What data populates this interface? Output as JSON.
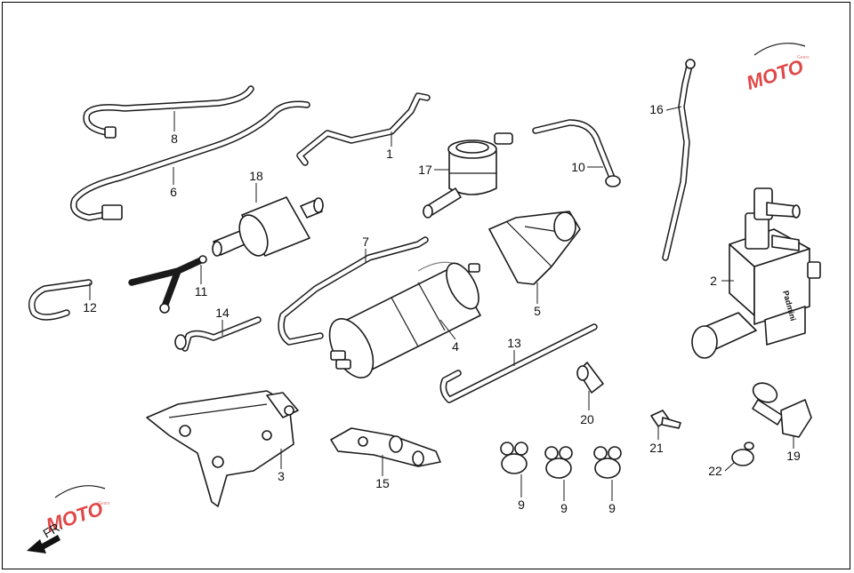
{
  "watermark": {
    "brand": "MOTO",
    "sub": "Gears",
    "color": "#e04848"
  },
  "direction": {
    "label": "FR."
  },
  "brand_label": "Padmini",
  "callouts": [
    {
      "id": "p1",
      "label": "1"
    },
    {
      "id": "p2",
      "label": "2"
    },
    {
      "id": "p3",
      "label": "3"
    },
    {
      "id": "p4",
      "label": "4"
    },
    {
      "id": "p5",
      "label": "5"
    },
    {
      "id": "p6",
      "label": "6"
    },
    {
      "id": "p7",
      "label": "7"
    },
    {
      "id": "p8",
      "label": "8"
    },
    {
      "id": "p9a",
      "label": "9"
    },
    {
      "id": "p9b",
      "label": "9"
    },
    {
      "id": "p9c",
      "label": "9"
    },
    {
      "id": "p10",
      "label": "10"
    },
    {
      "id": "p11",
      "label": "11"
    },
    {
      "id": "p12",
      "label": "12"
    },
    {
      "id": "p13",
      "label": "13"
    },
    {
      "id": "p14",
      "label": "14"
    },
    {
      "id": "p15",
      "label": "15"
    },
    {
      "id": "p16",
      "label": "16"
    },
    {
      "id": "p17",
      "label": "17"
    },
    {
      "id": "p18",
      "label": "18"
    },
    {
      "id": "p19",
      "label": "19"
    },
    {
      "id": "p20",
      "label": "20"
    },
    {
      "id": "p21",
      "label": "21"
    },
    {
      "id": "p22",
      "label": "22"
    }
  ]
}
